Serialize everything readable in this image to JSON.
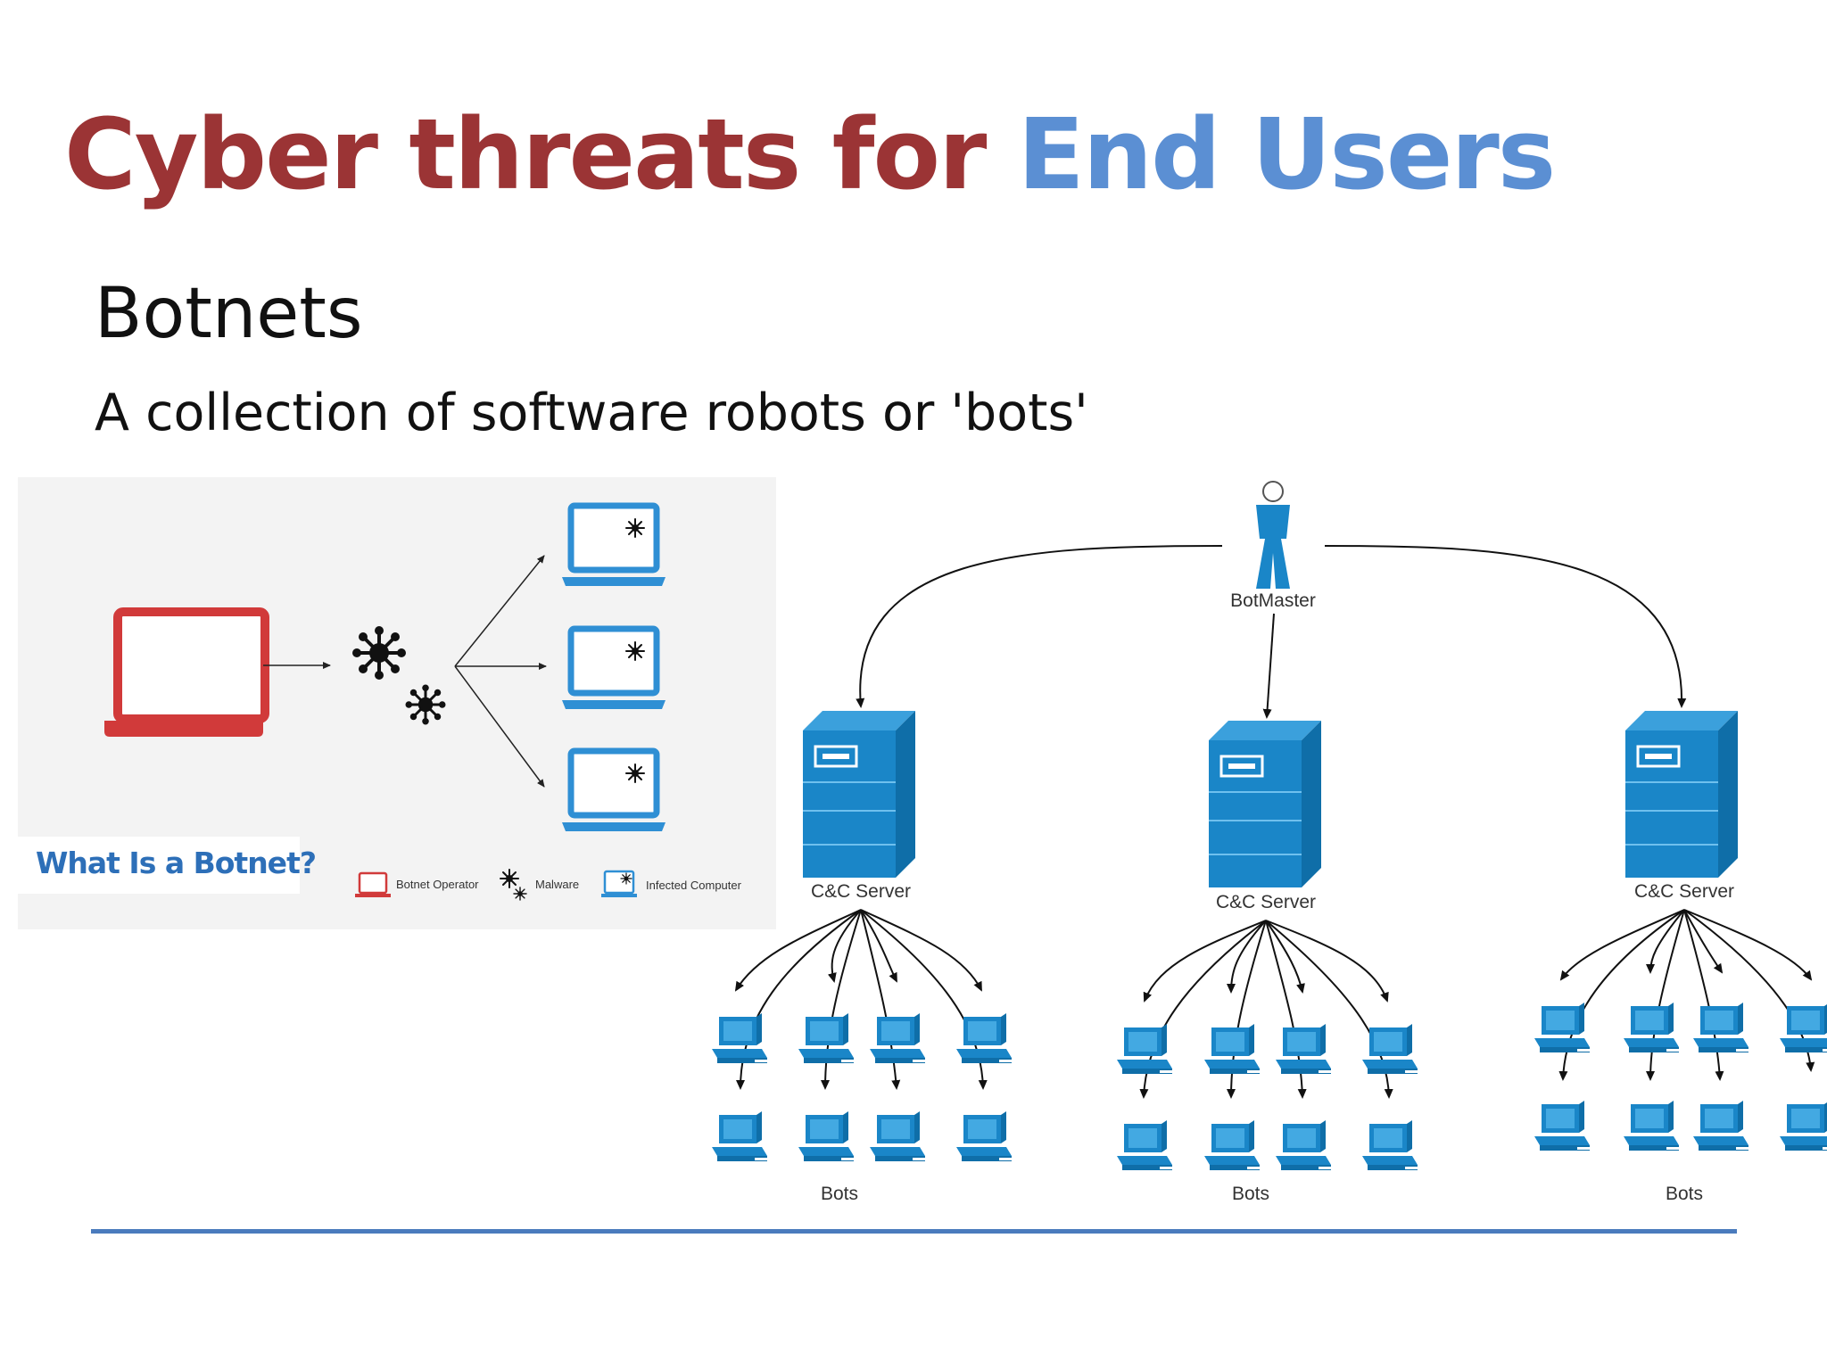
{
  "title": {
    "part1": "Cyber threats for",
    "part2": "End Users"
  },
  "subtitle": "Botnets",
  "body": "A collection of software robots or 'bots'",
  "colors": {
    "title_red": "#9b3435",
    "title_blue": "#5b8fd3",
    "operator_red": "#d13a3a",
    "infected_blue": "#2f8fd4",
    "server_blue": "#1a86c8",
    "rule_blue": "#4a7bbd"
  },
  "left_panel": {
    "badge": "What Is a Botnet?",
    "legend": {
      "operator": "Botnet Operator",
      "malware": "Malware",
      "infected": "Infected Computer"
    },
    "icons": [
      "laptop-icon",
      "malware-icon",
      "laptop-icon"
    ]
  },
  "right_diagram": {
    "botmaster_label": "BotMaster",
    "servers": [
      {
        "label": "C&C Server",
        "bots_label": "Bots"
      },
      {
        "label": "C&C Server",
        "bots_label": "Bots"
      },
      {
        "label": "C&C Server",
        "bots_label": "Bots"
      }
    ],
    "icons": [
      "person-icon",
      "server-icon",
      "computer-icon"
    ]
  }
}
